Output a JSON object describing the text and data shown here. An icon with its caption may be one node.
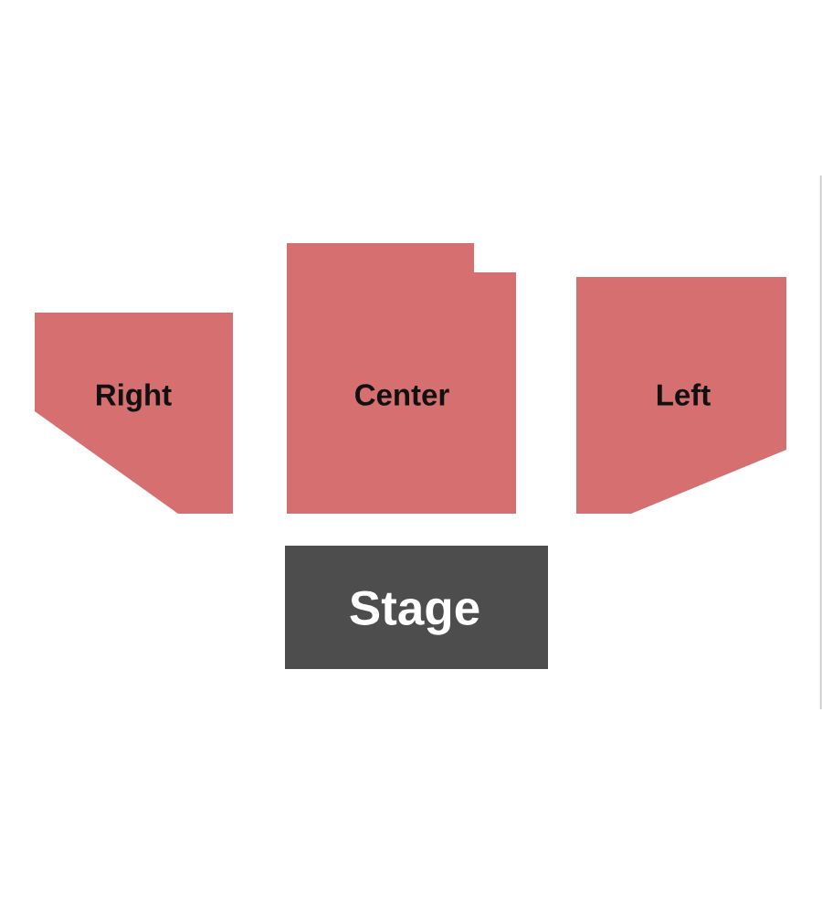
{
  "diagram": {
    "nodes": [
      {
        "text": [
          "Right"
        ]
      },
      {
        "text": [
          "Center"
        ]
      },
      {
        "text": [
          "Left"
        ]
      },
      {
        "text": [
          "Stage"
        ]
      }
    ]
  }
}
